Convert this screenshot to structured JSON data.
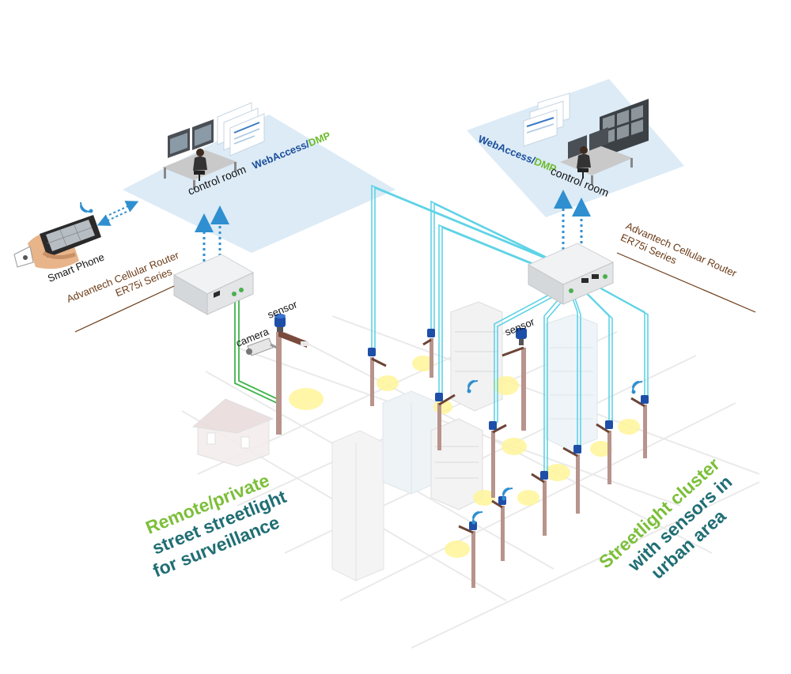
{
  "colors": {
    "cable_cyan": "#5fd3e6",
    "cable_green": "#3fb54a",
    "panel_bg": "#dcebf6",
    "router_body": "#e4e6e8",
    "sensor_blue": "#1e4fa8",
    "pole": "#b8948c",
    "light_glow": "#fff59a",
    "headline_green": "#7cbf3a",
    "headline_teal": "#1f6e74",
    "label_brown": "#6b3a16",
    "webaccess_blue": "#1b4e9b",
    "dmp_green": "#6dbb2f"
  },
  "left": {
    "control_room_label": "control room",
    "webaccess_label": "WebAccess/",
    "dmp_label": "DMP",
    "router_label_line1": "Advantech Cellular Router",
    "router_label_line2": "ER75i Series",
    "smartphone_label": "Smart Phone",
    "camera_label": "camera",
    "sensor_label": "sensor",
    "headline_line1": "Remote/private",
    "headline_line2": "street streetlight",
    "headline_line3": "for surveillance"
  },
  "right": {
    "control_room_label": "control room",
    "webaccess_label": "WebAccess/",
    "dmp_label": "DMP",
    "router_label_line1": "Advantech Cellular Router",
    "router_label_line2": "ER75i Series",
    "sensor_label": "sensor",
    "headline_line1": "Streetlight cluster",
    "headline_line2": "with sensors in",
    "headline_line3": "urban area"
  },
  "icons": {
    "wifi": "wifi-icon",
    "camera": "cctv-camera-icon",
    "sensor": "sensor-icon",
    "phone": "smartphone-icon",
    "router": "router-icon",
    "operator": "operator-icon",
    "arrow": "arrow-up-icon"
  }
}
